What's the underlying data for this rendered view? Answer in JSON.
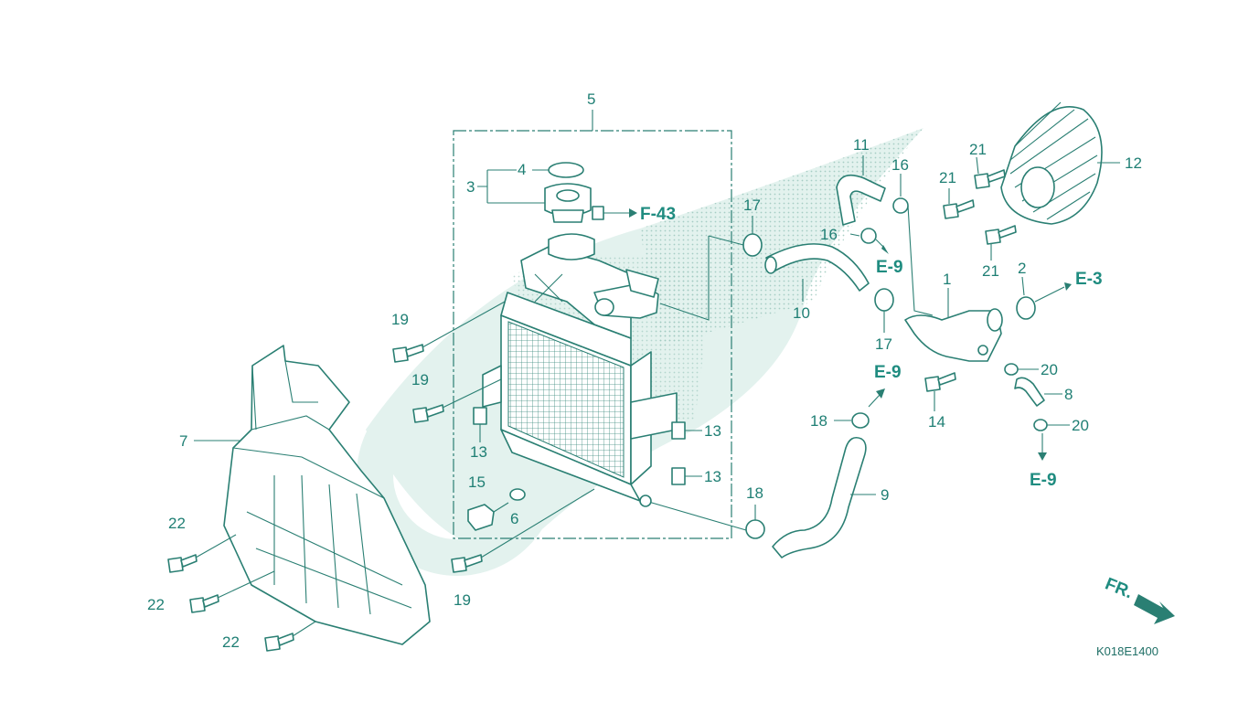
{
  "diagram": {
    "code": "K018E1400",
    "front_label": "FR.",
    "accent_color": "#1f8c80",
    "watermark_color": "#dcefe9",
    "callouts": [
      {
        "id": "c1",
        "text": "1"
      },
      {
        "id": "c2",
        "text": "2"
      },
      {
        "id": "c3",
        "text": "3"
      },
      {
        "id": "c4",
        "text": "4"
      },
      {
        "id": "c5",
        "text": "5"
      },
      {
        "id": "c6",
        "text": "6"
      },
      {
        "id": "c7",
        "text": "7"
      },
      {
        "id": "c8",
        "text": "8"
      },
      {
        "id": "c9",
        "text": "9"
      },
      {
        "id": "c10",
        "text": "10"
      },
      {
        "id": "c11",
        "text": "11"
      },
      {
        "id": "c12",
        "text": "12"
      },
      {
        "id": "c13a",
        "text": "13"
      },
      {
        "id": "c13b",
        "text": "13"
      },
      {
        "id": "c13c",
        "text": "13"
      },
      {
        "id": "c14",
        "text": "14"
      },
      {
        "id": "c15",
        "text": "15"
      },
      {
        "id": "c16a",
        "text": "16"
      },
      {
        "id": "c16b",
        "text": "16"
      },
      {
        "id": "c17a",
        "text": "17"
      },
      {
        "id": "c17b",
        "text": "17"
      },
      {
        "id": "c18a",
        "text": "18"
      },
      {
        "id": "c18b",
        "text": "18"
      },
      {
        "id": "c19a",
        "text": "19"
      },
      {
        "id": "c19b",
        "text": "19"
      },
      {
        "id": "c19c",
        "text": "19"
      },
      {
        "id": "c20a",
        "text": "20"
      },
      {
        "id": "c20b",
        "text": "20"
      },
      {
        "id": "c21a",
        "text": "21"
      },
      {
        "id": "c21b",
        "text": "21"
      },
      {
        "id": "c21c",
        "text": "21"
      },
      {
        "id": "c22a",
        "text": "22"
      },
      {
        "id": "c22b",
        "text": "22"
      },
      {
        "id": "c22c",
        "text": "22"
      }
    ],
    "references": [
      {
        "id": "r1",
        "text": "F-43"
      },
      {
        "id": "r2",
        "text": "E-9"
      },
      {
        "id": "r3",
        "text": "E-3"
      },
      {
        "id": "r4",
        "text": "E-9"
      },
      {
        "id": "r5",
        "text": "E-9"
      }
    ]
  }
}
